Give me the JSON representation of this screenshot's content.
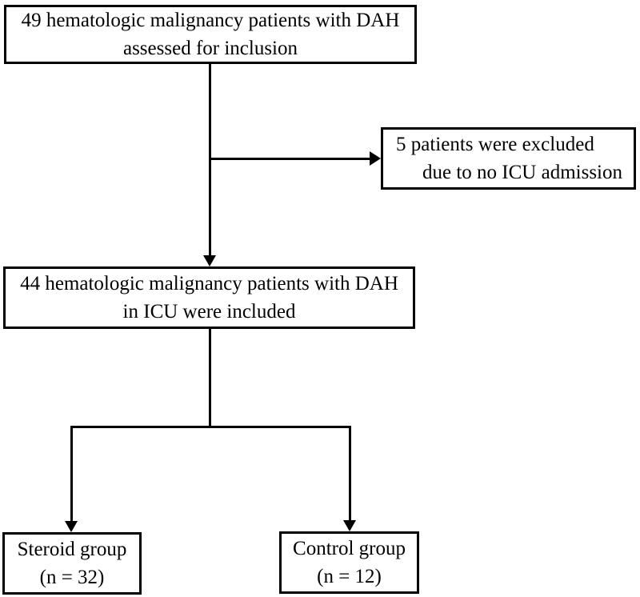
{
  "figure": {
    "type": "flowchart",
    "background_color": "#ffffff",
    "line_color": "#000000",
    "text_color": "#000000",
    "boxes": {
      "assessed": {
        "line1": "49 hematologic malignancy patients with DAH",
        "line2": "assessed for inclusion"
      },
      "excluded": {
        "line1": "5 patients were excluded",
        "line2": "due to no ICU admission"
      },
      "included": {
        "line1": "44 hematologic malignancy patients with DAH",
        "line2": "in ICU were included"
      },
      "steroid": {
        "line1": "Steroid group",
        "line2": "(n = 32)"
      },
      "control": {
        "line1": "Control group",
        "line2": "(n = 12)"
      }
    },
    "edges": [
      {
        "from": "assessed",
        "to": "included",
        "style": "arrow"
      },
      {
        "from": "assessed",
        "to": "excluded",
        "style": "arrow"
      },
      {
        "from": "included",
        "to": "steroid",
        "style": "arrow"
      },
      {
        "from": "included",
        "to": "control",
        "style": "arrow"
      }
    ]
  }
}
